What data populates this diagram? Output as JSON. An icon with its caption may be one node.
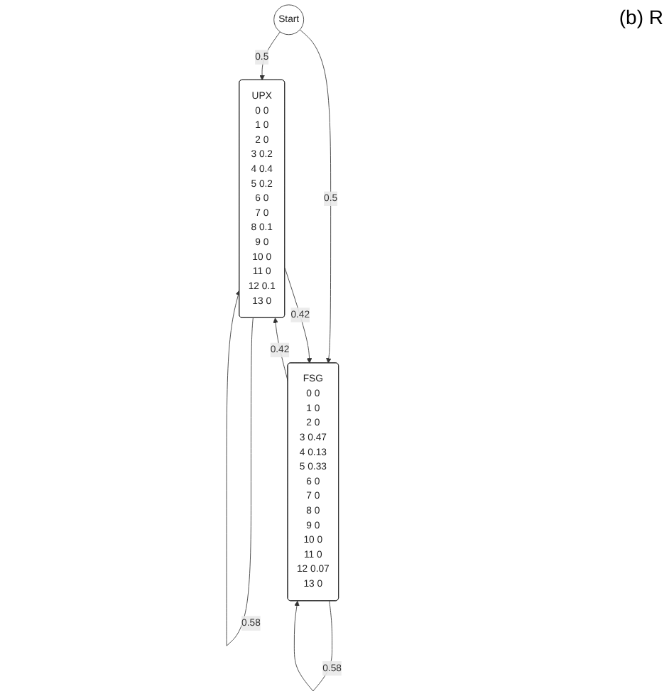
{
  "diagram": {
    "nodes": [
      {
        "text": [
          "Start"
        ]
      },
      {
        "text": [
          "UPX",
          "0 0",
          "1 0",
          "2 0",
          "3 0.2",
          "4 0.4",
          "5 0.2",
          "6 0",
          "7 0",
          "8 0.1",
          "9 0",
          "10 0",
          "11 0",
          "12 0.1",
          "13 0"
        ]
      },
      {
        "text": [
          "FSG",
          "0 0",
          "1 0",
          "2 0",
          "3 0.47",
          "4 0.13",
          "5 0.33",
          "6 0",
          "7 0",
          "8 0",
          "9 0",
          "10 0",
          "11 0",
          "12 0.07",
          "13 0"
        ]
      }
    ],
    "edges": [
      {
        "from": 0,
        "to": 1,
        "arrow": "to",
        "label": "0.5"
      },
      {
        "from": 0,
        "to": 2,
        "arrow": "to",
        "label": "0.5"
      },
      {
        "from": 1,
        "to": 2,
        "arrow": "to",
        "label": "0.42"
      },
      {
        "from": 2,
        "to": 1,
        "arrow": "to",
        "label": "0.42"
      },
      {
        "from": 1,
        "to": 1,
        "arrow": "to",
        "label": "0.58"
      },
      {
        "from": 2,
        "to": 2,
        "arrow": "to",
        "label": "0.58"
      }
    ],
    "labels": [
      "(b) R"
    ]
  }
}
